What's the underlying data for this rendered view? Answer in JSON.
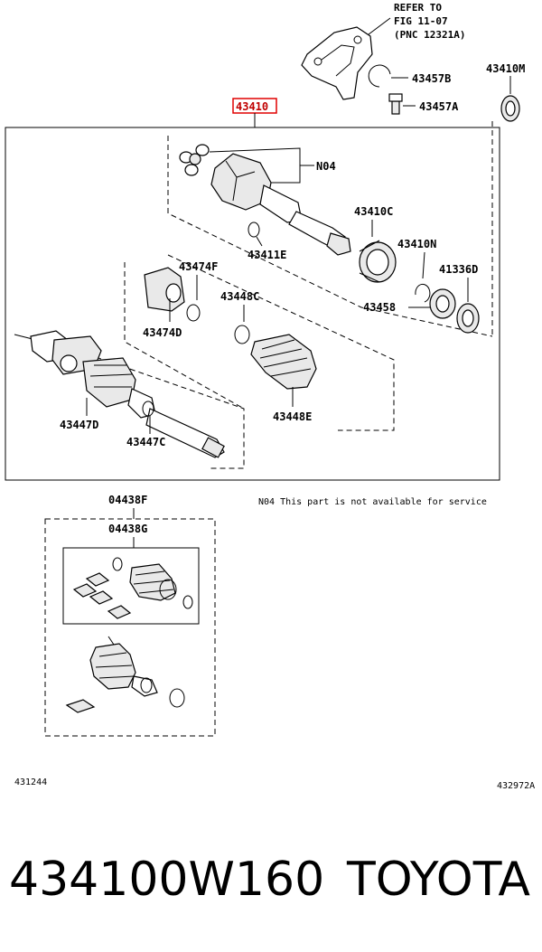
{
  "reference": {
    "line1": "REFER TO",
    "line2": "FIG 11-07",
    "line3": "(PNC 12321A)"
  },
  "labels": {
    "main_assembly": "43410",
    "p43457B": "43457B",
    "p43457A": "43457A",
    "p43410M": "43410M",
    "pN04": "N04",
    "p43410C": "43410C",
    "p43411E": "43411E",
    "p43410N": "43410N",
    "p41336D": "41336D",
    "p43474F": "43474F",
    "p43448C": "43448C",
    "p43458": "43458",
    "p43474D": "43474D",
    "p43447D": "43447D",
    "p43448E": "43448E",
    "p43447C": "43447C",
    "p04438F": "04438F",
    "p04438G": "04438G"
  },
  "note": "N04 This part is not available for service",
  "codes": {
    "left": "431244",
    "right": "432972A"
  },
  "footer": {
    "part_number": "434100W160",
    "brand": "TOYOTA"
  },
  "colors": {
    "highlight_box": "#e00000"
  }
}
